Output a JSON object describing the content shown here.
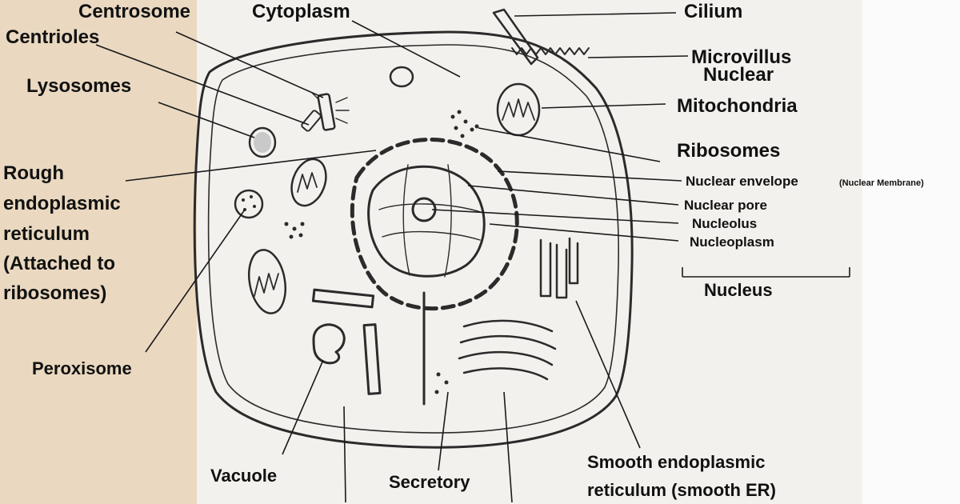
{
  "labels": {
    "centrosome": "Centrosome",
    "cytoplasm": "Cytoplasm",
    "cilium": "Cilium",
    "centrioles": "Centrioles",
    "microvillus": "Microvillus",
    "nuclear": "Nuclear",
    "lysosomes": "Lysosomes",
    "mitochondria": "Mitochondria",
    "ribosomes": "Ribosomes",
    "rough_er": [
      "Rough",
      "endoplasmic",
      "reticulum",
      "(Attached to",
      "ribosomes)"
    ],
    "nuclear_envelope": "Nuclear envelope",
    "nuclear_membrane": "(Nuclear Membrane)",
    "nuclear_pore": "Nuclear pore",
    "nucleolus": "Nucleolus",
    "nucleoplasm": "Nucleoplasm",
    "nucleus": "Nucleus",
    "peroxisome": "Peroxisome",
    "vacuole": "Vacuole",
    "secretory": "Secretory",
    "smooth_er": [
      "Smooth endoplasmic",
      "reticulum (smooth ER)"
    ]
  },
  "colors": {
    "paper_left": "#ead9c0",
    "paper_mid": "#f3f1ee",
    "paper_right": "#fbfbfb",
    "ink": "#2b2b2b",
    "label_text": "#111111"
  }
}
